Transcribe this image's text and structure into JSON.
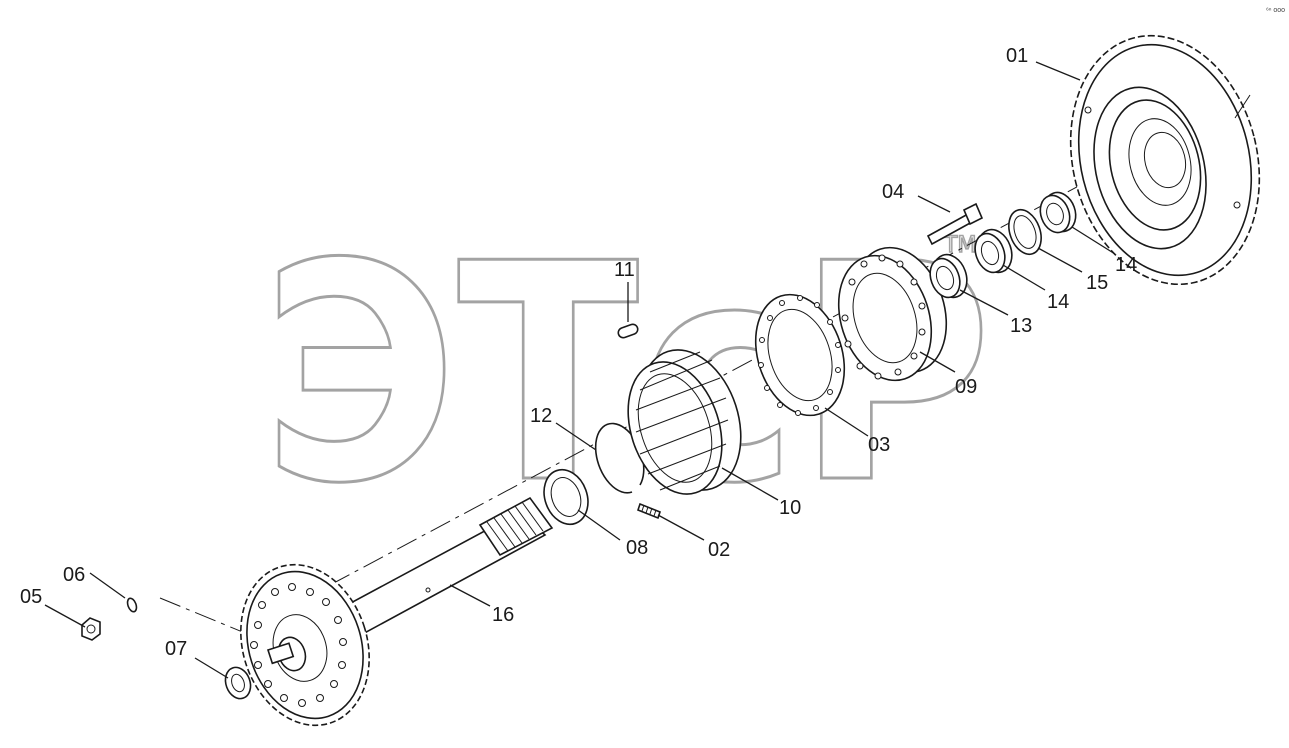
{
  "watermark": {
    "text": "ЭТсР",
    "tm": "TM"
  },
  "corner_mark": "⁶ⁿ ooo",
  "callouts": {
    "c01": "01",
    "c02": "02",
    "c03": "03",
    "c04": "04",
    "c05": "05",
    "c06": "06",
    "c07": "07",
    "c08": "08",
    "c09": "09",
    "c10": "10",
    "c11": "11",
    "c12": "12",
    "c13": "13",
    "c14a": "14",
    "c14b": "14",
    "c15": "15",
    "c16": "16"
  }
}
